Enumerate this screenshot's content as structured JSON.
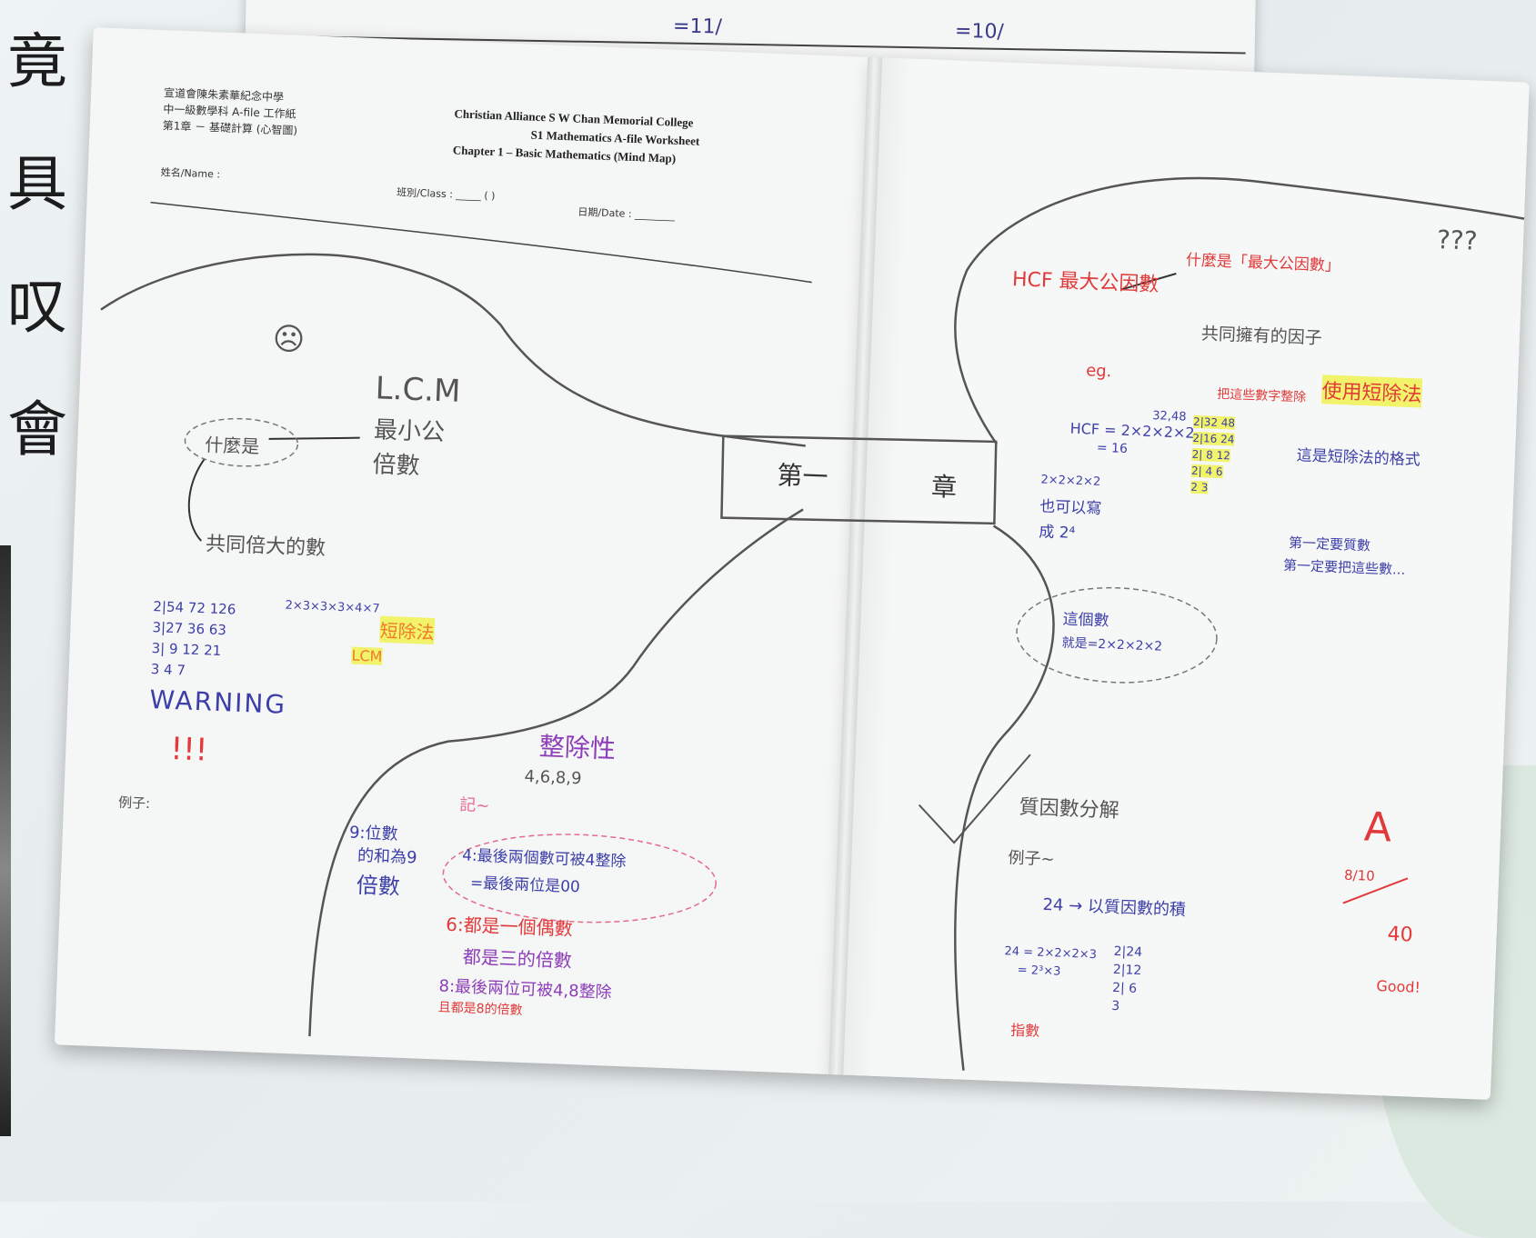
{
  "side_text": [
    "竟",
    "具",
    "叹",
    "會"
  ],
  "top_paper": {
    "fragment_left": "=11/",
    "fragment_right": "=10/"
  },
  "header": {
    "school_zh": "宣道會陳朱素華紀念中學",
    "course_zh": "中一級數學科 A-file 工作紙",
    "chapter_zh": "第1章 － 基礎計算 (心智圖)",
    "school_en": "Christian Alliance S W Chan Memorial College",
    "course_en": "S1 Mathematics A-file Worksheet",
    "chapter_en": "Chapter 1 – Basic Mathematics (Mind Map)",
    "name_label": "姓名/Name :",
    "class_label": "班別/Class : _____ (    )",
    "date_label": "日期/Date : ________"
  },
  "center_box": {
    "left": "第一",
    "right": "章"
  },
  "lcm": {
    "title": "L.C.M",
    "line1": "最小公",
    "line2": "倍數",
    "cloud": "什麼是",
    "def": "共同倍大的數",
    "ladder": [
      "2|54  72  126",
      "3|27  36  63",
      "3| 9   12  21",
      "   3   4   7"
    ],
    "result": "2×3×3×3×4×7",
    "method": "短除法",
    "method2": "LCM",
    "warning": "WARNING",
    "warning_marks": "!!!",
    "example_label": "例子:",
    "emoji": "☹"
  },
  "divisibility": {
    "title": "整除性",
    "nums": "4,6,8,9",
    "intro": "記~",
    "rule9": [
      "9:位數",
      "的和為9",
      "倍數"
    ],
    "rule4a": "4:最後兩個數可被4整除",
    "rule4b": "=最後兩位是00",
    "rule6a": "6:都是一個偶數",
    "rule6b": "都是三的倍數",
    "rule8a": "8:最後兩位可被4,8整除",
    "rule8b": "且都是8的倍數"
  },
  "hcf": {
    "title": "HCF 最大公因數",
    "question": "什麼是「最大公因數」",
    "def": "共同擁有的因子",
    "method": "使用短除法",
    "eg": "eg.",
    "note": "把這些數字整除",
    "nums": "32,48",
    "ladder": [
      "2|32  48",
      "2|16  24",
      "2| 8  12",
      "2| 4   6",
      "   2   3"
    ],
    "calc": [
      "HCF = 2×2×2×2",
      "= 16"
    ],
    "power": [
      "2×2×2×2",
      "也可以寫",
      "成 2⁴"
    ],
    "note2": "這是短除法的格式",
    "rule_a": "第一定要質數",
    "rule_b": "第一定要把這些數...",
    "cloud": [
      "這個數",
      "就是=2×2×2×2"
    ],
    "qmarks": "???"
  },
  "prime": {
    "title": "質因數分解",
    "example": "例子~",
    "line": "24 → 以質因數的積",
    "calc": "24 = 2×2×2×3",
    "power": "= 2³×3",
    "ladder": [
      "2|24",
      "2|12",
      "2| 6",
      "   3"
    ],
    "arrow_label": "指數"
  },
  "grade": {
    "mark": "A",
    "sign": "8/10",
    "stamp": "40",
    "comment": "Good!"
  }
}
